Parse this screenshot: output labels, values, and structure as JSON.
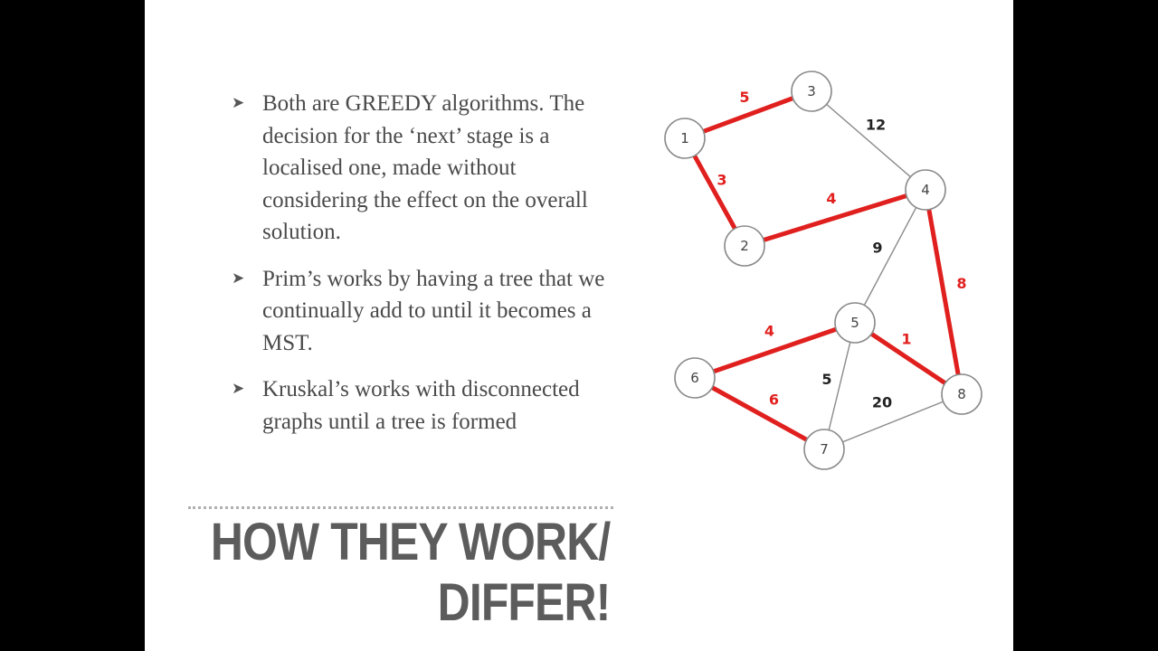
{
  "slide": {
    "bullets": [
      {
        "marker": "➤",
        "text": "Both are GREEDY algorithms. The decision for the ‘next’ stage is a localised one, made without considering the effect on the overall solution."
      },
      {
        "marker": "➤",
        "text": "Prim’s works by having a tree that we continually add to until it becomes a MST."
      },
      {
        "marker": "➤",
        "text": "Kruskal’s works with disconnected graphs until a tree is formed"
      }
    ],
    "heading": {
      "line1": "HOW THEY WORK/",
      "line2": "DIFFER!"
    }
  },
  "graph": {
    "colors": {
      "mst": "#e0201e",
      "edge": "#8a8a8a",
      "node_stroke": "#8a8a8a",
      "node_fill": "#ffffff",
      "label_black": "#222222",
      "node_text": "#444444"
    },
    "nodes": [
      {
        "id": "1",
        "label": "1"
      },
      {
        "id": "2",
        "label": "2"
      },
      {
        "id": "3",
        "label": "3"
      },
      {
        "id": "4",
        "label": "4"
      },
      {
        "id": "5",
        "label": "5"
      },
      {
        "id": "6",
        "label": "6"
      },
      {
        "id": "7",
        "label": "7"
      },
      {
        "id": "8",
        "label": "8"
      }
    ],
    "edges": [
      {
        "from": "1",
        "to": "3",
        "weight": "5",
        "in_mst": true
      },
      {
        "from": "1",
        "to": "2",
        "weight": "3",
        "in_mst": true
      },
      {
        "from": "2",
        "to": "4",
        "weight": "4",
        "in_mst": true
      },
      {
        "from": "3",
        "to": "4",
        "weight": "12",
        "in_mst": false
      },
      {
        "from": "4",
        "to": "5",
        "weight": "9",
        "in_mst": false
      },
      {
        "from": "4",
        "to": "8",
        "weight": "8",
        "in_mst": true
      },
      {
        "from": "5",
        "to": "6",
        "weight": "4",
        "in_mst": true
      },
      {
        "from": "5",
        "to": "8",
        "weight": "1",
        "in_mst": true
      },
      {
        "from": "5",
        "to": "7",
        "weight": "5",
        "in_mst": false
      },
      {
        "from": "6",
        "to": "7",
        "weight": "6",
        "in_mst": true
      },
      {
        "from": "7",
        "to": "8",
        "weight": "20",
        "in_mst": false
      }
    ]
  }
}
